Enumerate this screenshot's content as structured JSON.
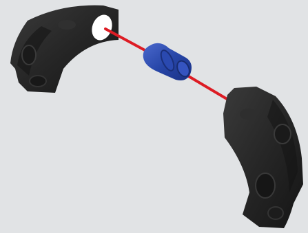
{
  "scene": {
    "background_color": "#e1e3e5",
    "parts": [
      {
        "name": "curved-brick-left",
        "color": "#202020"
      },
      {
        "name": "connector-pin",
        "color": "#2746a8"
      },
      {
        "name": "curved-brick-right",
        "color": "#202020"
      }
    ],
    "guide_line_color": "#dd1c24",
    "pinhole_marker_color": "#ffffff"
  }
}
